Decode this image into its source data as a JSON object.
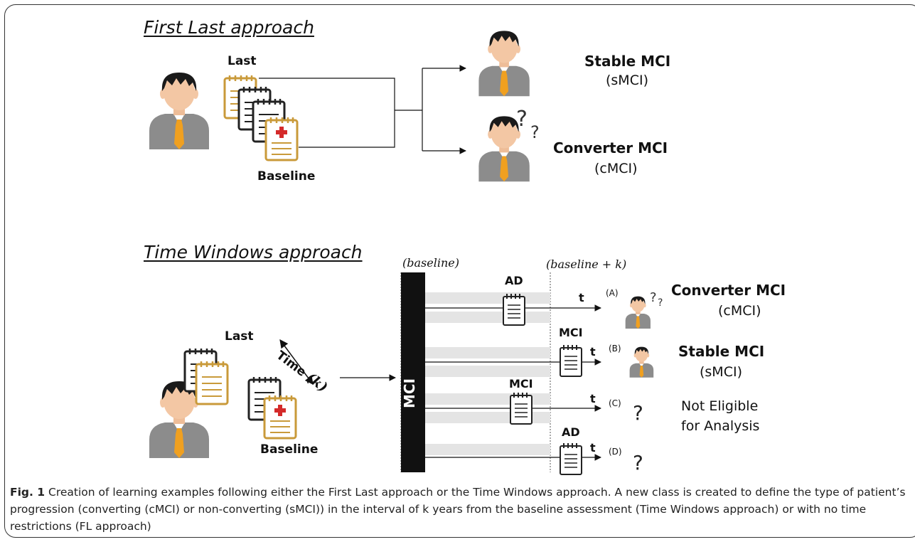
{
  "section1": {
    "title": "First Last approach",
    "last_label": "Last",
    "baseline_label": "Baseline",
    "outcomes": [
      {
        "name": "Stable MCI",
        "abbr": "(sMCI)"
      },
      {
        "name": "Converter MCI",
        "abbr": "(cMCI)"
      }
    ]
  },
  "section2": {
    "title": "Time Windows approach",
    "last_label": "Last",
    "baseline_label": "Baseline",
    "time_label": "Time",
    "k_label": "(k)",
    "bar_label": "MCI",
    "baseline_marker": "(baseline)",
    "baseline_k_marker": "(baseline + k)",
    "rows": [
      {
        "marker": "(A)",
        "doc_label": "AD",
        "t": "t"
      },
      {
        "marker": "(B)",
        "doc_label": "MCI",
        "t": "t"
      },
      {
        "marker": "(C)",
        "doc_label": "MCI",
        "t": "t"
      },
      {
        "marker": "(D)",
        "doc_label": "AD",
        "t": "t"
      }
    ],
    "outcomes": {
      "converter": "Converter MCI",
      "converter_abbr": "(cMCI)",
      "stable": "Stable MCI",
      "stable_abbr": "(sMCI)",
      "not_eligible_line1": "Not Eligible",
      "not_eligible_line2": "for Analysis"
    }
  },
  "caption": {
    "fig": "Fig. 1",
    "text": "Creation of learning examples following either the First Last approach or the Time Windows approach. A new class is created to define the type of patient’s progression (converting (cMCI) or non-converting (sMCI)) in the interval of k years from the baseline assessment (Time Windows approach) or with no time restrictions (FL approach)"
  },
  "colors": {
    "skin": "#f3c7a4",
    "hair": "#1a1a1a",
    "suit": "#8c8c8c",
    "tie": "#f0a020",
    "doc_gold": "#c99a3a",
    "doc_black": "#222222",
    "cross": "#d42a2a",
    "band": "#e4e4e4"
  }
}
